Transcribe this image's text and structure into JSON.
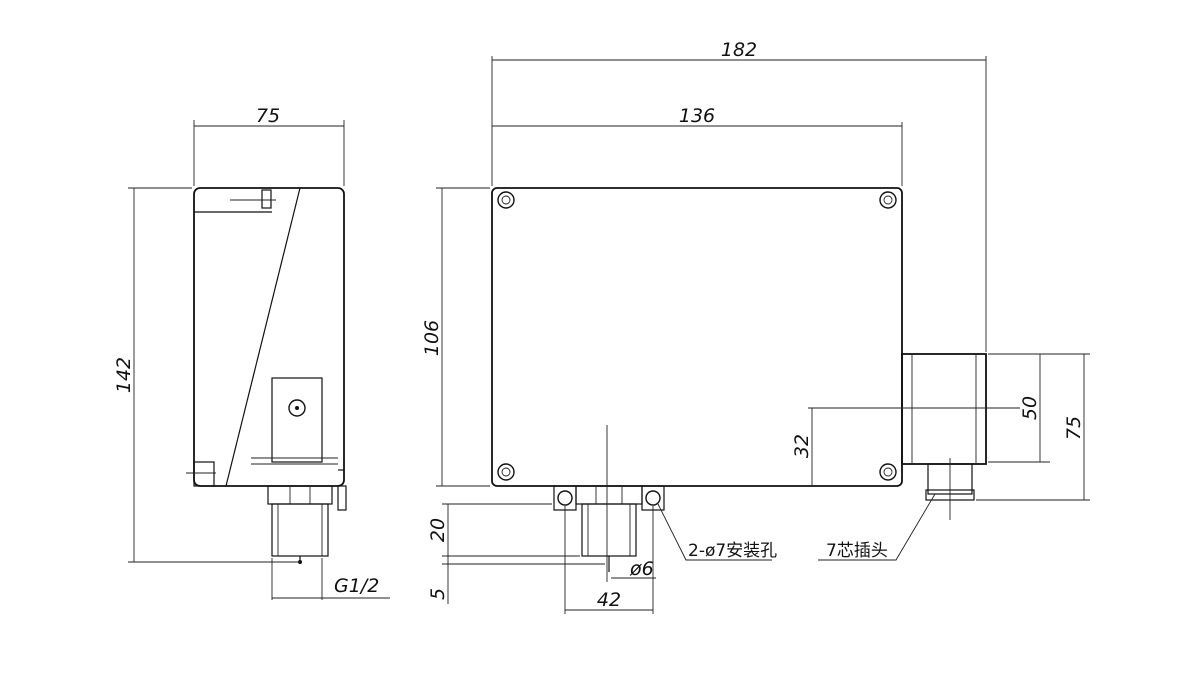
{
  "dimensions": {
    "side_width": "75",
    "side_height": "142",
    "thread": "G1/2",
    "total_width": "182",
    "body_width": "136",
    "body_height": "106",
    "connector_offset": "32",
    "connector_height": "50",
    "connector_outer_height": "75",
    "fitting_height": "20",
    "stem_length": "5",
    "stem_diameter": "ø6",
    "hole_spacing": "42"
  },
  "labels": {
    "mounting_holes": "2-ø7安装孔",
    "connector_plug": "7芯插头"
  }
}
